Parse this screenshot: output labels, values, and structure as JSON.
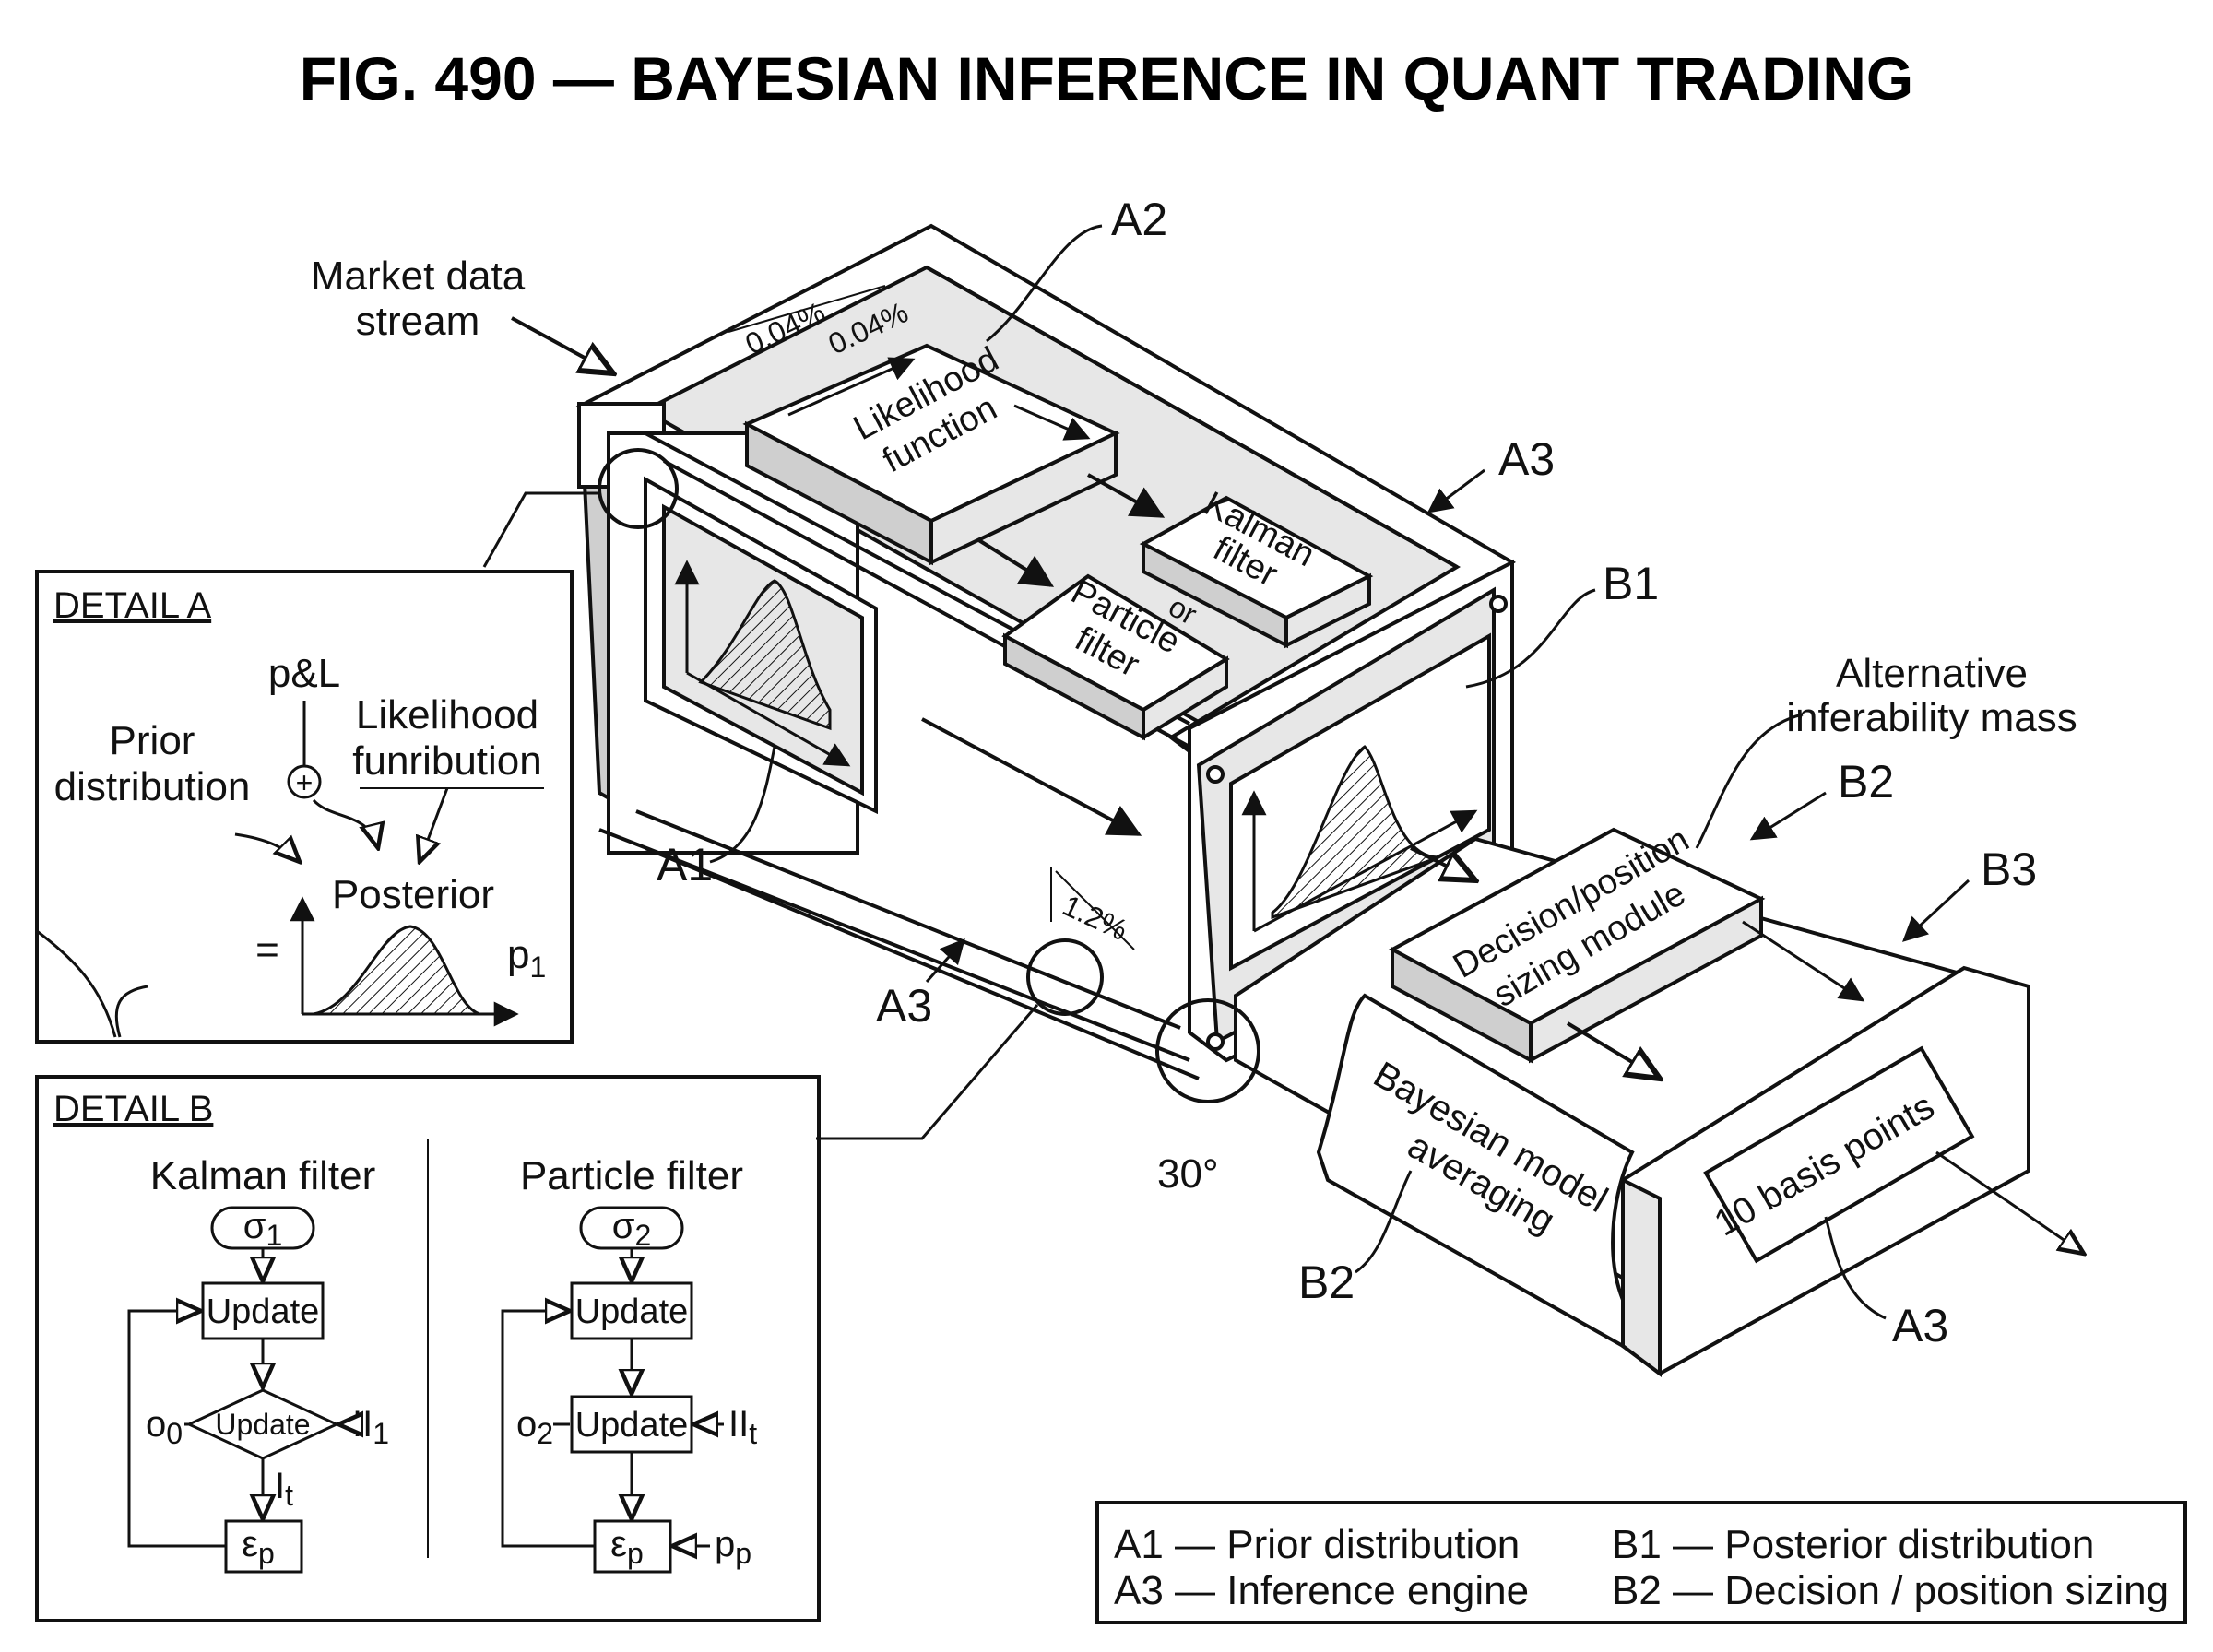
{
  "title": "FIG. 490 — BAYESIAN INFERENCE IN QUANT TRADING",
  "callouts": {
    "market_data": [
      "Market data",
      "stream"
    ],
    "a2": "A2",
    "a3_top": "A3",
    "a3_mid": "A3",
    "a3_bottom": "A3",
    "b1": "B1",
    "b2_top": "B2",
    "b2_bottom": "B2",
    "b3": "B3",
    "a1": "A1",
    "alt_mass": [
      "Alternative",
      "inferability mass"
    ],
    "dim_left": "0.04%",
    "dim_right": "0.04%",
    "dim_pct": "1.2%",
    "angle": "30°"
  },
  "components": {
    "likelihood": [
      "Likelihood",
      "function"
    ],
    "kalman": [
      "Kalman",
      "filter"
    ],
    "or": "or",
    "particle": [
      "Particle",
      "filter"
    ],
    "decision": [
      "Decision/position",
      "sizing module"
    ],
    "bma": [
      "Bayesian model",
      "averaging"
    ],
    "plate": "10 basis points"
  },
  "detail_a": {
    "header": "DETAIL A",
    "pl": "p&L",
    "prior": [
      "Prior",
      "distribution"
    ],
    "likelihood": [
      "Likelihood",
      "funribution"
    ],
    "posterior": "Posterior",
    "equals": "=",
    "p1": "p",
    "p1_sub": "1"
  },
  "detail_b": {
    "header": "DETAIL B",
    "kalman": {
      "title": "Kalman filter",
      "sigma": "σ",
      "sigma_sub": "1",
      "update": "Update",
      "decision": "Update",
      "o_left": "o",
      "o_left_sub": "0",
      "ii_right": "II",
      "ii_right_sub": "1",
      "it": "I",
      "it_sub": "t",
      "eps": "ε",
      "eps_sub": "p"
    },
    "particle": {
      "title": "Particle filter",
      "sigma": "σ",
      "sigma_sub": "2",
      "update1": "Update",
      "update2": "Update",
      "o_left": "o",
      "o_left_sub": "2",
      "ii_right": "II",
      "ii_right_sub": "t",
      "eps": "ε",
      "eps_sub": "p",
      "pp": "p",
      "pp_sub": "p"
    }
  },
  "legend": {
    "col1": [
      "A1 — Prior distribution",
      "A3 — Inference engine"
    ],
    "col2": [
      "B1 — Posterior distribution",
      "B2 — Decision / position sizing"
    ]
  }
}
